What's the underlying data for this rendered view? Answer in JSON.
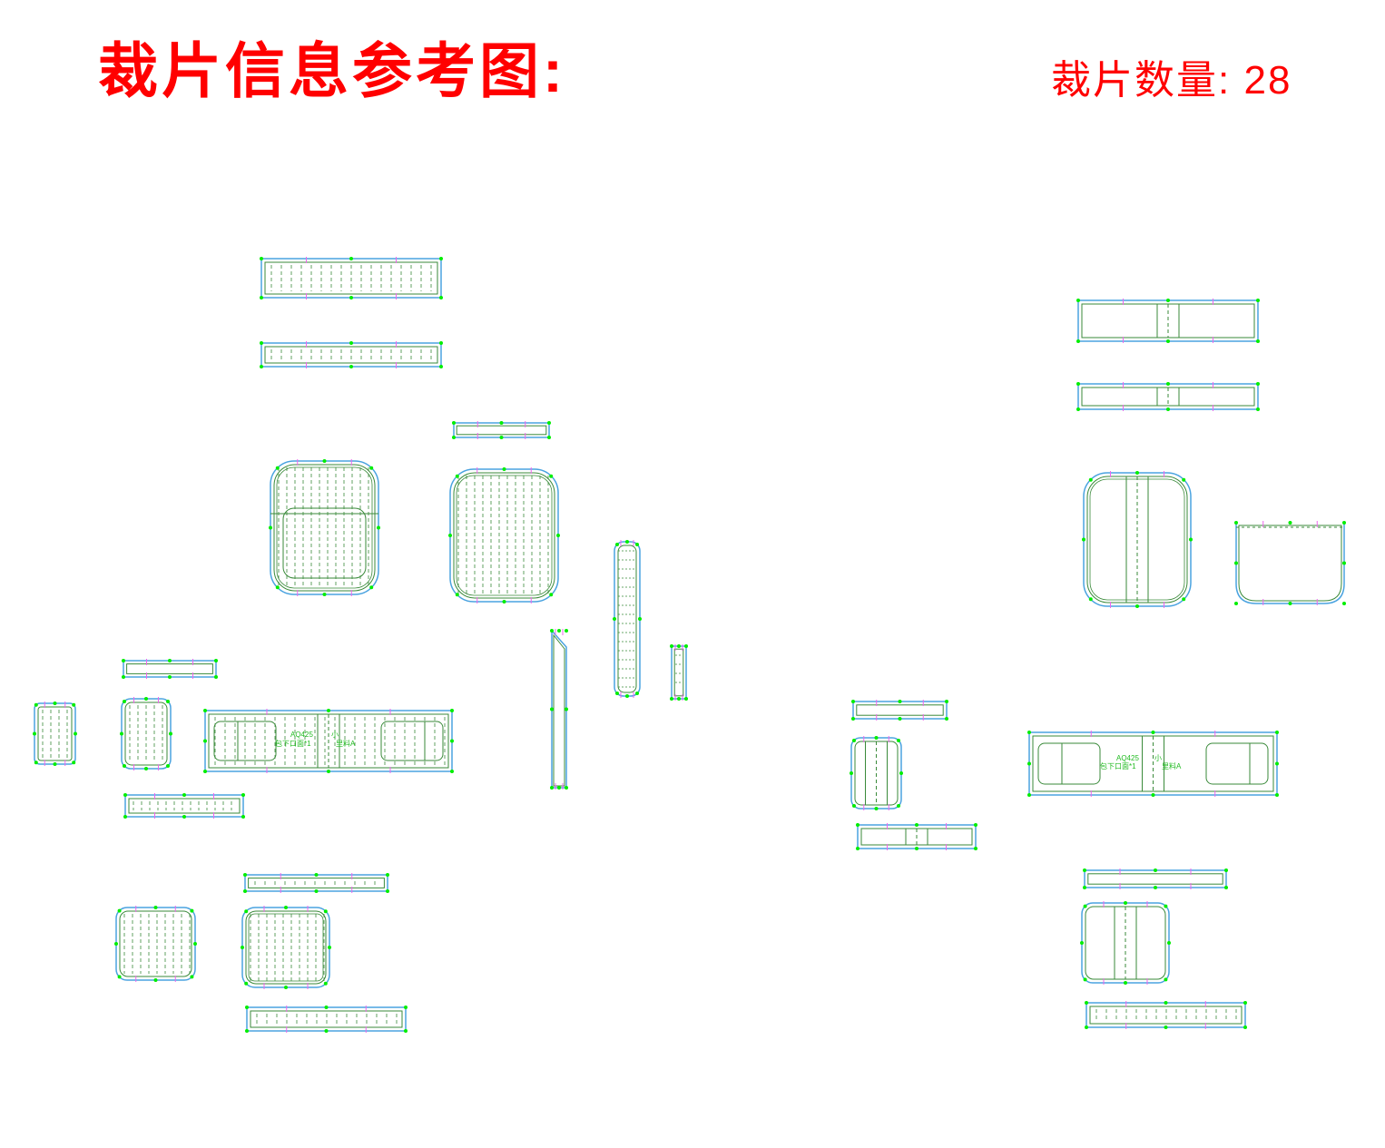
{
  "header": {
    "title": "裁片信息参考图:",
    "count_label": "裁片数量:",
    "count_value": "28"
  },
  "piece_label": {
    "style_code": "AQ425",
    "piece_name": "包下口面*1",
    "size": "小",
    "material": "里料A"
  },
  "colors": {
    "title": "#ff0000",
    "cut_line": "#4aa3e0",
    "sew_line": "#3a8a3a",
    "node": "#00ee00",
    "notch": "#ee66ee",
    "notch_alt": "#ff8800"
  }
}
